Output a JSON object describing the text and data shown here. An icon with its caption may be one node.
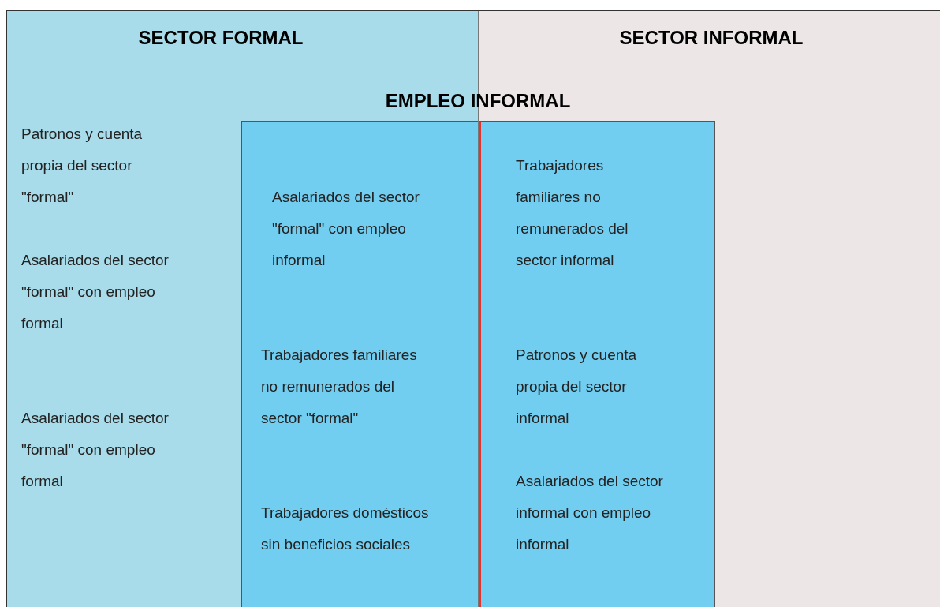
{
  "diagram": {
    "nodes": [
      {
        "text": [
          "SECTOR FORMAL",
          "Patronos y cuenta propia del sector \"formal\"",
          "Asalariados del sector \"formal\" con empleo formal",
          "Asalariados del sector \"formal\" con empleo formal"
        ]
      },
      {
        "text": [
          "Asalariados del sector \"formal\" con empleo informal",
          "Trabajadores familiares no remunerados del sector \"formal\"",
          "Trabajadores domésticos sin beneficios sociales"
        ],
        "in": 0
      },
      {
        "text": [
          "SECTOR INFORMAL"
        ]
      },
      {
        "text": [
          "Trabajadores familiares no remunerados del sector informal",
          "Patronos y cuenta propia del sector informal",
          "Asalariados del sector informal con empleo informal"
        ],
        "in": 2
      }
    ],
    "labels": [
      "EMPLEO INFORMAL"
    ]
  }
}
